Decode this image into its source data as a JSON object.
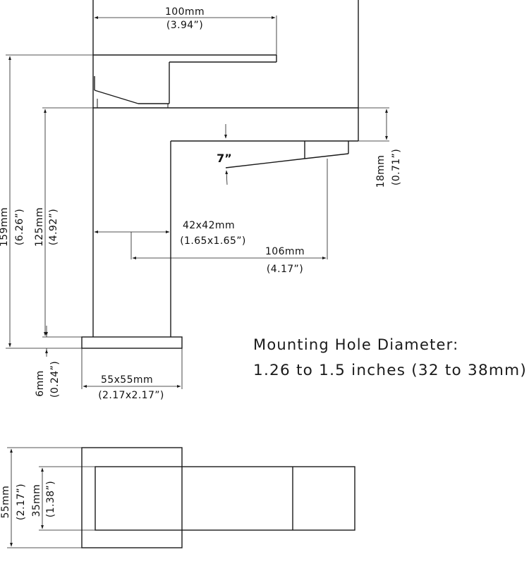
{
  "dimensions": {
    "spout_reach_top": {
      "mm": "100mm",
      "in": "(3.94”)"
    },
    "total_height": {
      "mm": "159mm",
      "in": "(6.26”)"
    },
    "spout_height": {
      "mm": "125mm",
      "in": "(4.92”)"
    },
    "spout_thickness": {
      "mm": "18mm",
      "in": "(0.71”)"
    },
    "body_section": {
      "mm": "42x42mm",
      "in": "(1.65x1.65”)"
    },
    "spout_reach": {
      "mm": "106mm",
      "in": "(4.17”)"
    },
    "base_thickness": {
      "mm": "6mm",
      "in": "(0.24”)"
    },
    "base_section": {
      "mm": "55x55mm",
      "in": "(2.17x2.17”)"
    },
    "top_view_depth": {
      "mm": "55mm",
      "in": "(2.17”)"
    },
    "top_view_spout": {
      "mm": "35mm",
      "in": "(1.38”)"
    },
    "handle_angle": "7”"
  },
  "notes": {
    "line1": "Mounting Hole Diameter:",
    "line2": "1.26 to 1.5 inches (32 to 38mm)"
  }
}
